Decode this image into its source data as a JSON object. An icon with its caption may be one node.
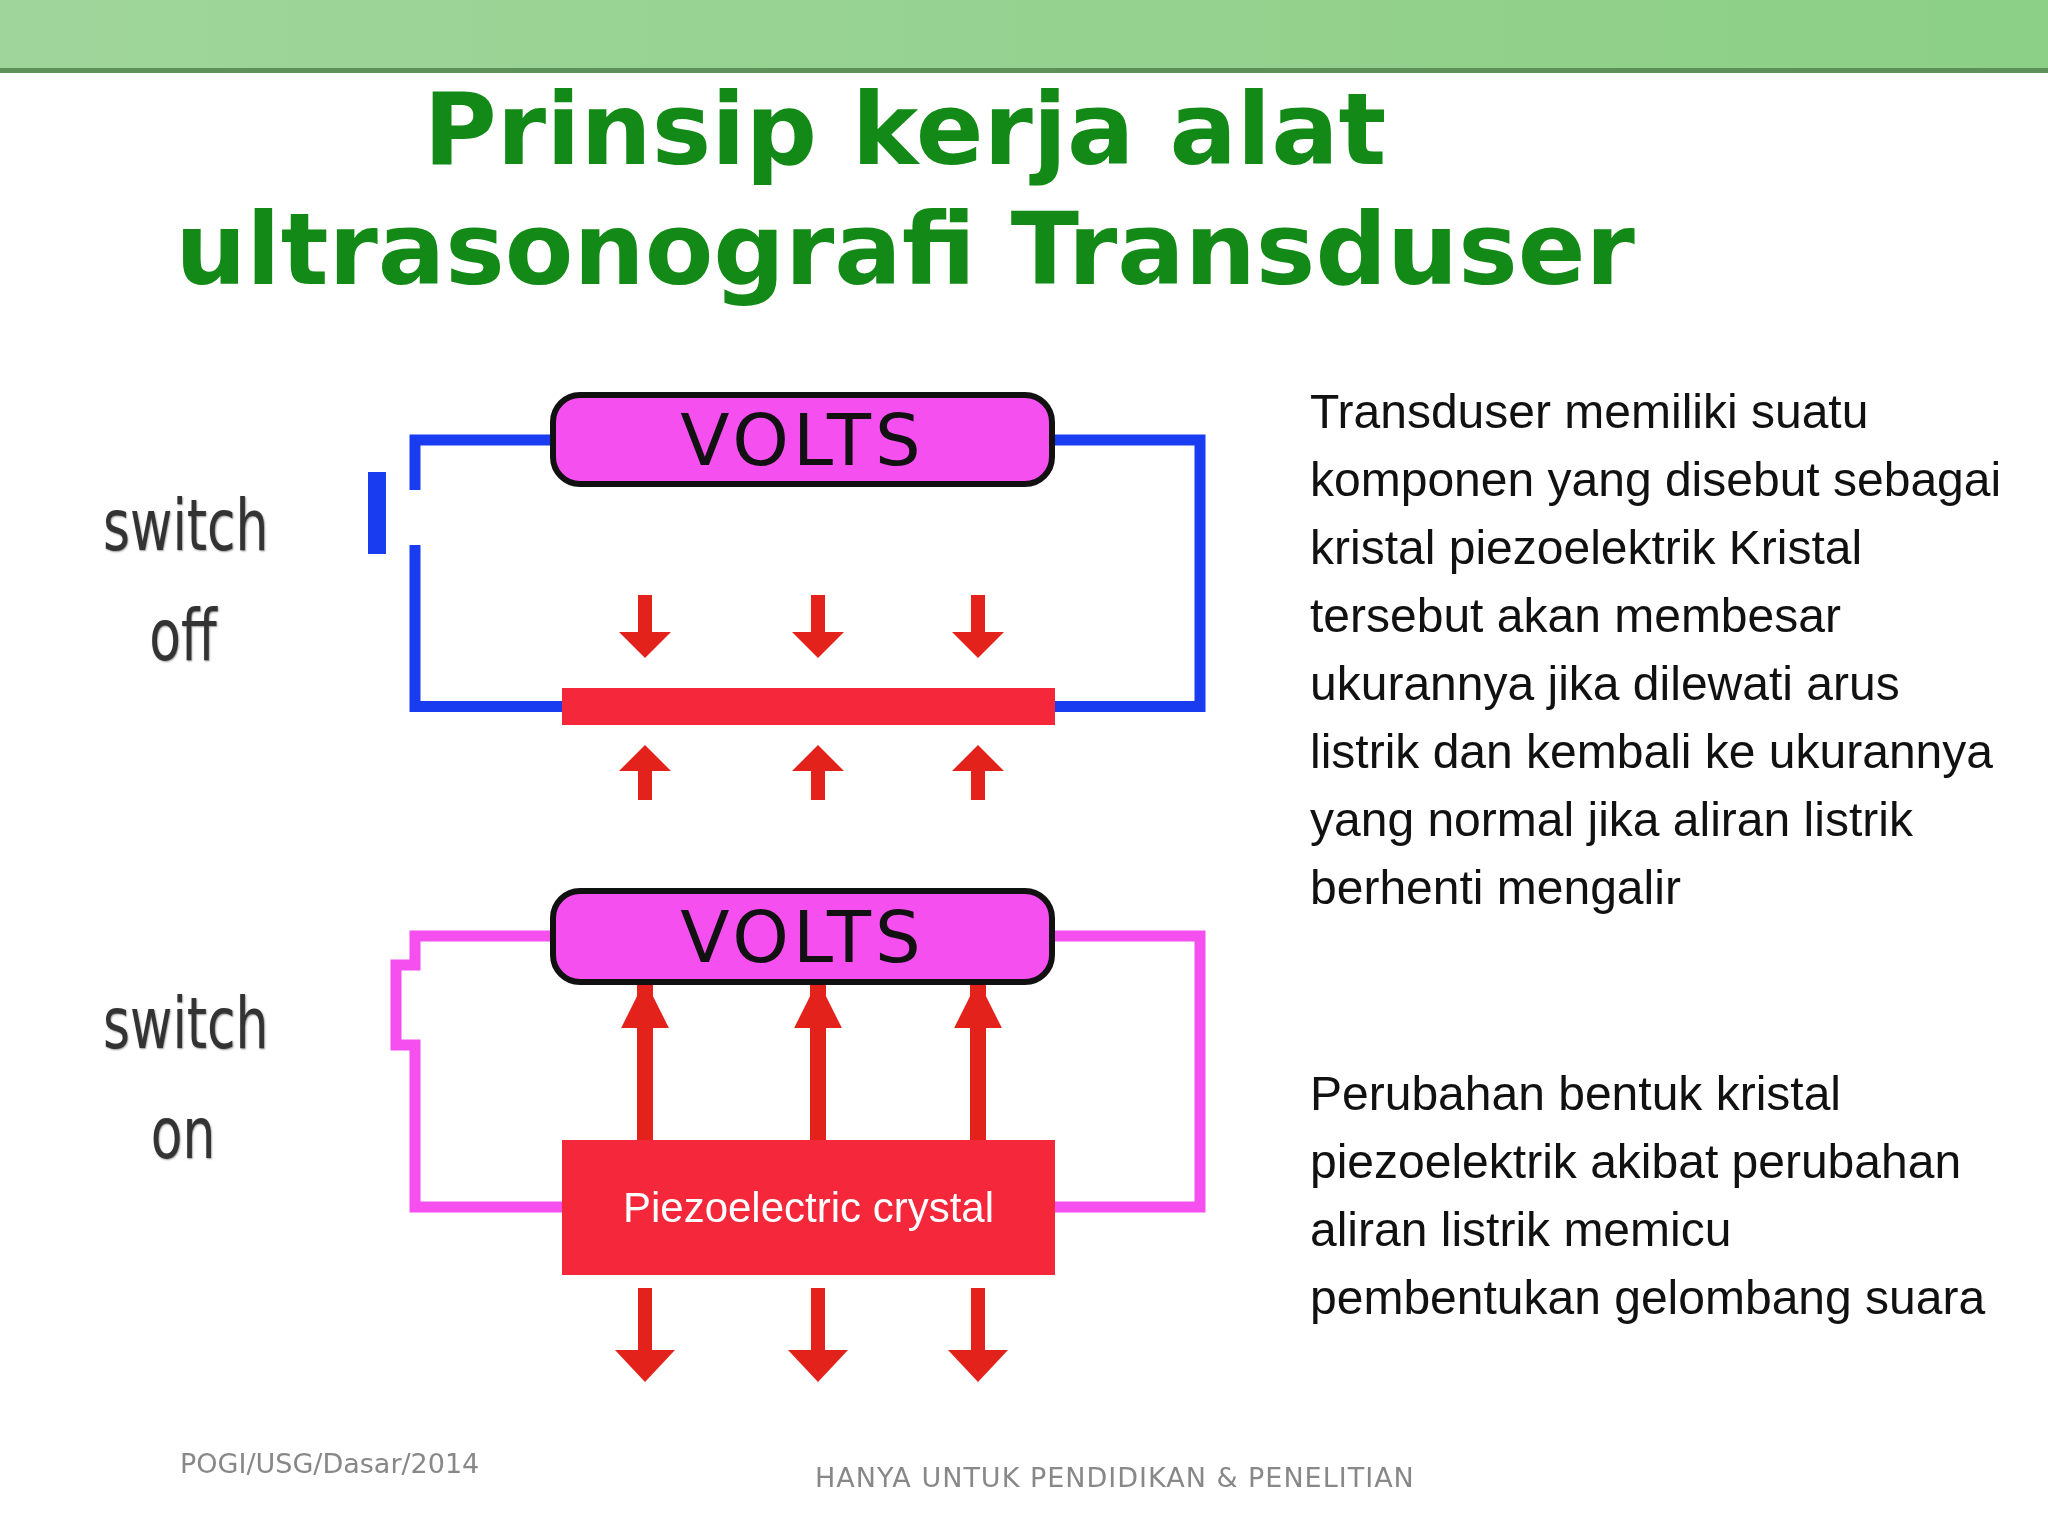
{
  "diagram": {
    "title": "Prinsip kerja alat ultrasonografi Transduser",
    "nodes": [
      {
        "text": [
          "VOLTS"
        ]
      },
      {
        "text": [],
        "shape": "bar"
      },
      {
        "text": [
          "VOLTS"
        ]
      },
      {
        "text": [
          "Piezoelectric crystal"
        ]
      }
    ],
    "edges": [
      {
        "from": 0,
        "to": 1,
        "arrow": "none",
        "color": "#1a3cf0"
      },
      {
        "from": 0,
        "to": null,
        "arrow": "none",
        "color": "#1a3cf0"
      },
      {
        "from": null,
        "to": 1,
        "arrow": "none",
        "color": "#1a3cf0"
      },
      {
        "from": 2,
        "to": 3,
        "arrow": "none",
        "color": "#f64ff0"
      },
      {
        "from": 2,
        "to": 3,
        "arrow": "none",
        "color": "#f64ff0"
      },
      {
        "from": 3,
        "to": 2,
        "arrow": "to",
        "color": "#e3231b"
      },
      {
        "from": 3,
        "to": 2,
        "arrow": "to",
        "color": "#e3231b"
      },
      {
        "from": 3,
        "to": 2,
        "arrow": "to",
        "color": "#e3231b"
      }
    ],
    "labels": [
      "switch off",
      "switch on",
      "Transduser memiliki suatu komponen yang disebut sebagai kristal piezoelektrik Kristal tersebut akan membesar ukurannya jika dilewati arus listrik dan kembali ke ukurannya yang normal jika aliran listrik berhenti mengalir",
      "Perubahan bentuk kristal piezoelektrik akibat perubahan aliran listrik memicu pembentukan gelombang suara",
      "POGI/USG/Dasar/2014",
      "HANYA UNTUK PENDIDIKAN & PENELITIAN"
    ]
  }
}
